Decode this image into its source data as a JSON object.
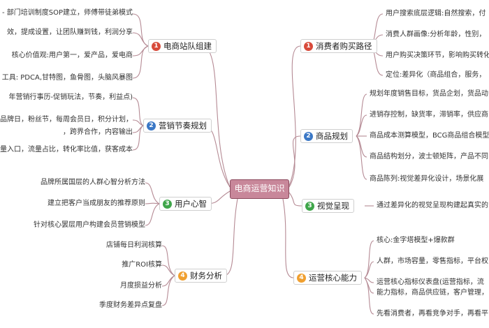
{
  "root": {
    "label": "电商运营知识"
  },
  "branches": {
    "team": {
      "number": "1",
      "label": "电商站队组建",
      "leaves": [
        "- 部门培训制度SOP建立，师傅带徒弟模式",
        "效，提成设置，让团队赚到钱，利润分享",
        "核心价值观:用户第一，爱产品，爱电商",
        "工具: PDCA,甘特图，鱼骨图，头脑风暴图"
      ]
    },
    "marketing": {
      "number": "2",
      "label": "营销节奏规划",
      "leaves": [
        "年营销行事历-促销玩法，节奏，利益点)",
        "品牌日，粉丝节，每周会员日，积分计划，",
        "，跨界合作，内容输出",
        "量入口，流量占比，转化率比值，获客成本"
      ]
    },
    "mind": {
      "number": "3",
      "label": "用户心智",
      "leaves": [
        "品牌所属国层的人群心智分析方法",
        "建立把客户当成朋友的推荐原则",
        "针对核心罢层用户构建会员营销模型"
      ]
    },
    "finance": {
      "number": "4",
      "label": "财务分析",
      "leaves": [
        "店铺每日利润核算",
        "推广ROI核算",
        "月度损益分析",
        "季度财务差异点复盘"
      ]
    },
    "consumer": {
      "number": "1",
      "label": "消费者购买路径",
      "leaves": [
        "用户搜索底层逻辑:自然搜索，付",
        "消费人群画像:分析年龄，性别，",
        "用户购买决策环节，影响购买转化",
        "定位:差异化（商品组合，服务，"
      ]
    },
    "product": {
      "number": "2",
      "label": "商品规划",
      "leaves": [
        "规划年度销售目标，货品企划，货品动",
        "进销存控制，缺货率，滞销率，供应商",
        "商品成本测算模型，BCG商品组合模型，",
        "商品结构划分，波士顿矩阵，产品不同",
        "商品陈列:视觉差异化设计，场景化展"
      ]
    },
    "visual": {
      "number": "3",
      "label": "视觉呈现",
      "leaves": [
        "通过差异化的视觉呈现构建起真实的"
      ]
    },
    "ops": {
      "number": "4",
      "label": "运营核心能力",
      "leaves": [
        "核心:金字塔模型+爆款群",
        "人群，市场容量，零售指标，平台权",
        "运营核心指标仪表盘(运营指标，流",
        "能力指标，商品供应链，客户管理，",
        "先看消费者，再看竞争对手，再看平"
      ]
    }
  }
}
